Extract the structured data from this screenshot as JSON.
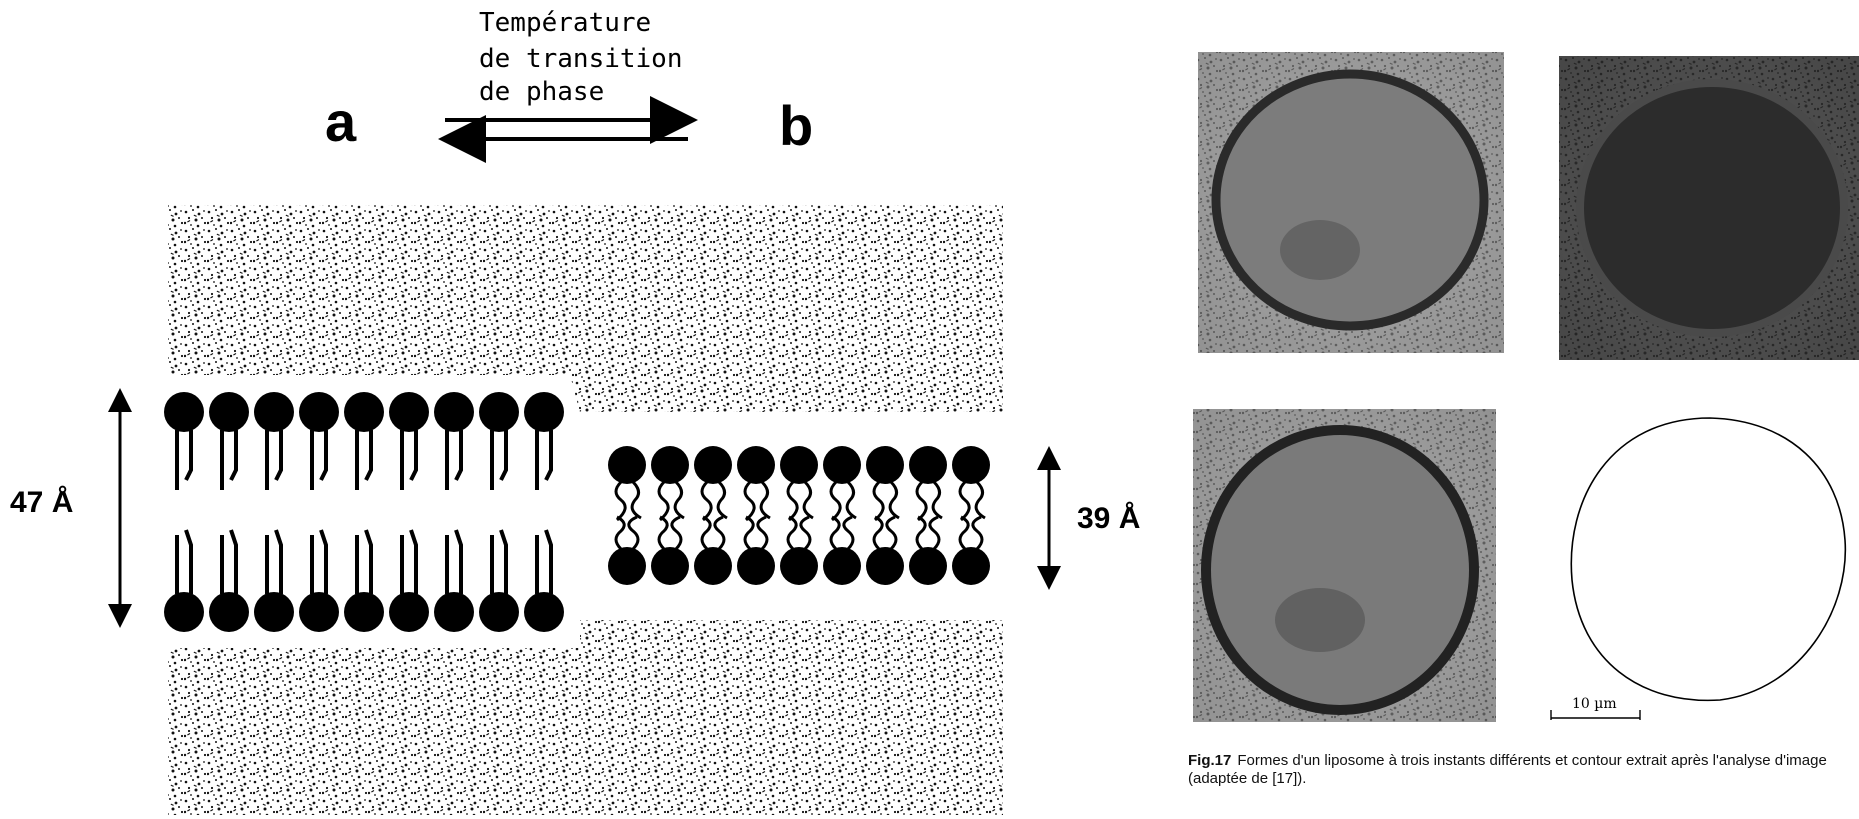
{
  "diagram": {
    "transition_label": [
      "Température",
      "de transition",
      "de phase"
    ],
    "state_a": "a",
    "state_b": "b",
    "thickness_a": "47 Å",
    "thickness_b": "39 Å"
  },
  "figure": {
    "scale_label": "10 µm",
    "caption_number": "Fig.17",
    "caption_text": "Formes d'un liposome à trois instants différents et contour extrait après l'analyse d'image (adaptée de [17])."
  }
}
